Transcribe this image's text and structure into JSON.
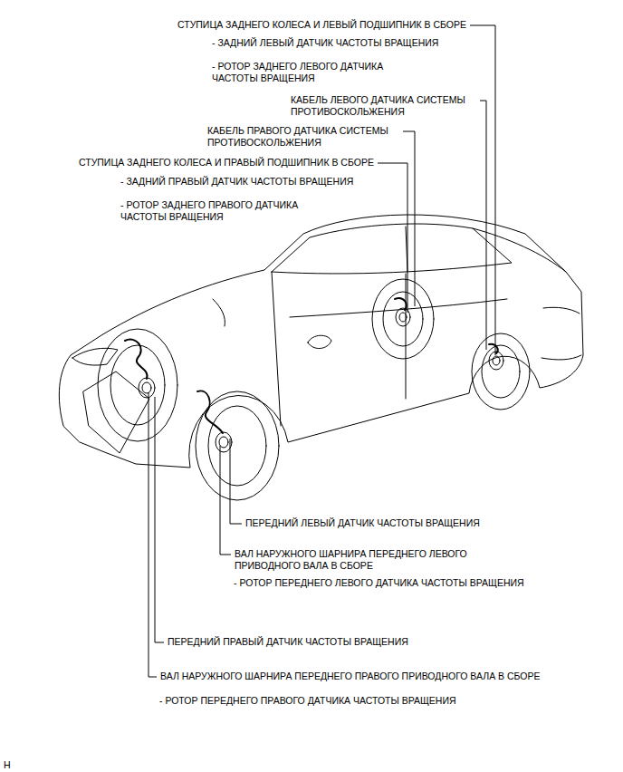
{
  "diagram": {
    "labels": [
      "СТУПИЦА ЗАДНЕГО КОЛЕСА И ЛЕВЫЙ ПОДШИПНИК В СБОРЕ",
      "- ЗАДНИЙ ЛЕВЫЙ ДАТЧИК ЧАСТОТЫ ВРАЩЕНИЯ",
      "- РОТОР ЗАДНЕГО ЛЕВОГО ДАТЧИКА ЧАСТОТЫ ВРАЩЕНИЯ",
      "КАБЕЛЬ ЛЕВОГО ДАТЧИКА СИСТЕМЫ ПРОТИВОСКОЛЬЖЕНИЯ",
      "КАБЕЛЬ ПРАВОГО ДАТЧИКА СИСТЕМЫ ПРОТИВОСКОЛЬЖЕНИЯ",
      "СТУПИЦА ЗАДНЕГО КОЛЕСА И ПРАВЫЙ ПОДШИПНИК В СБОРЕ",
      "- ЗАДНИЙ ПРАВЫЙ ДАТЧИК ЧАСТОТЫ ВРАЩЕНИЯ",
      "- РОТОР ЗАДНЕГО ПРАВОГО ДАТЧИКА ЧАСТОТЫ ВРАЩЕНИЯ",
      "ПЕРЕДНИЙ ЛЕВЫЙ ДАТЧИК ЧАСТОТЫ ВРАЩЕНИЯ",
      "ВАЛ НАРУЖНОГО ШАРНИРА ПЕРЕДНЕГО ЛЕВОГО ПРИВОДНОГО ВАЛА В СБОРЕ",
      "- РОТОР ПЕРЕДНЕГО ЛЕВОГО ДАТЧИКА ЧАСТОТЫ ВРАЩЕНИЯ",
      "ПЕРЕДНИЙ ПРАВЫЙ ДАТЧИК ЧАСТОТЫ ВРАЩЕНИЯ",
      "ВАЛ НАРУЖНОГО ШАРНИРА ПЕРЕДНЕГО ПРАВОГО ПРИВОДНОГО ВАЛА В СБОРЕ",
      "- РОТОР ПЕРЕДНЕГО ПРАВОГО ДАТЧИКА ЧАСТОТЫ ВРАЩЕНИЯ",
      "H"
    ]
  }
}
